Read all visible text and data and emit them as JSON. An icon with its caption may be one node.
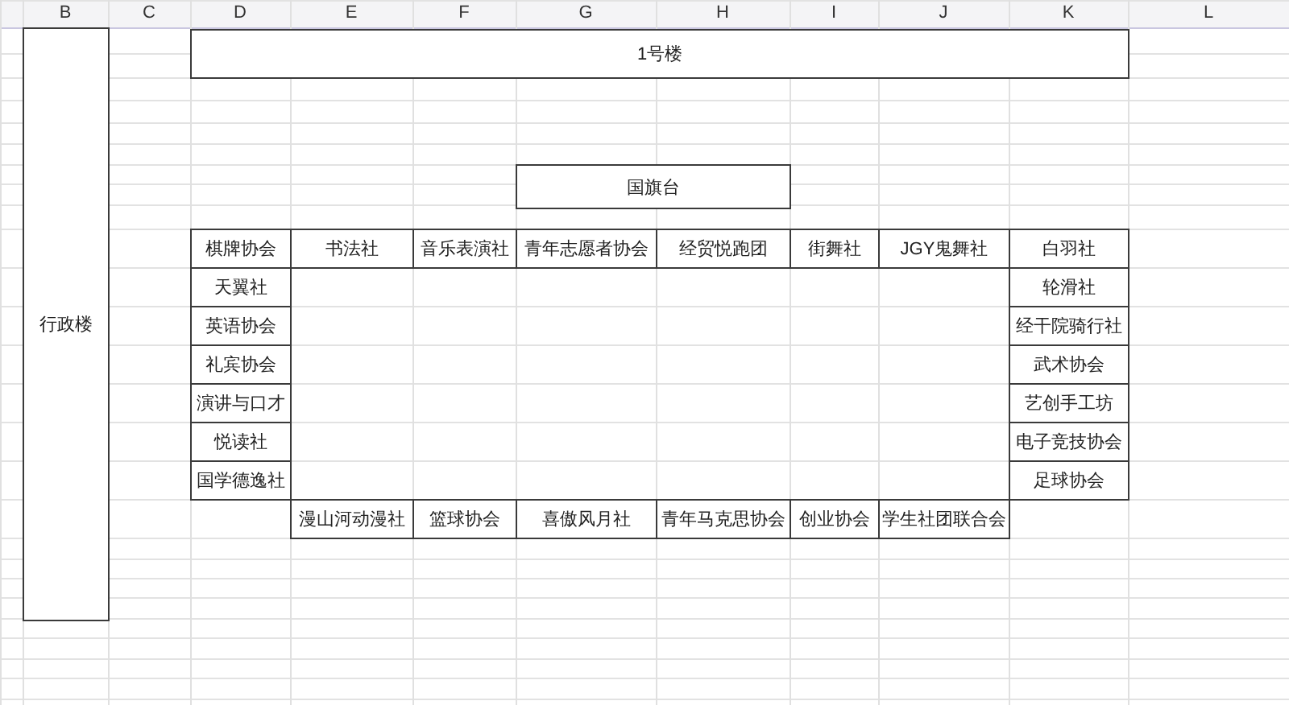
{
  "diagram": {
    "nodes": [
      {
        "text": [
          "行政楼"
        ]
      },
      {
        "text": [
          "1号楼"
        ]
      },
      {
        "text": [
          "国旗台"
        ]
      },
      {
        "text": [
          "棋牌协会"
        ]
      },
      {
        "text": [
          "书法社"
        ]
      },
      {
        "text": [
          "音乐表演社"
        ]
      },
      {
        "text": [
          "青年志愿者协会"
        ]
      },
      {
        "text": [
          "经贸悦跑团"
        ]
      },
      {
        "text": [
          "街舞社"
        ]
      },
      {
        "text": [
          "JGY鬼舞社"
        ]
      },
      {
        "text": [
          "白羽社"
        ]
      },
      {
        "text": [
          "天翼社"
        ]
      },
      {
        "text": [
          "轮滑社"
        ]
      },
      {
        "text": [
          "英语协会"
        ]
      },
      {
        "text": [
          "经干院骑行社"
        ]
      },
      {
        "text": [
          "礼宾协会"
        ]
      },
      {
        "text": [
          "武术协会"
        ]
      },
      {
        "text": [
          "演讲与口才"
        ]
      },
      {
        "text": [
          "艺创手工坊"
        ]
      },
      {
        "text": [
          "悦读社"
        ]
      },
      {
        "text": [
          "电子竞技协会"
        ]
      },
      {
        "text": [
          "国学德逸社"
        ]
      },
      {
        "text": [
          "足球协会"
        ]
      },
      {
        "text": [
          "漫山河动漫社"
        ]
      },
      {
        "text": [
          "篮球协会"
        ]
      },
      {
        "text": [
          "喜傲风月社"
        ]
      },
      {
        "text": [
          "青年马克思协会"
        ]
      },
      {
        "text": [
          "创业协会"
        ]
      },
      {
        "text": [
          "学生社团联合会"
        ]
      }
    ],
    "labels": [
      "B",
      "C",
      "D",
      "E",
      "F",
      "G",
      "H",
      "I",
      "J",
      "K",
      "L"
    ]
  }
}
